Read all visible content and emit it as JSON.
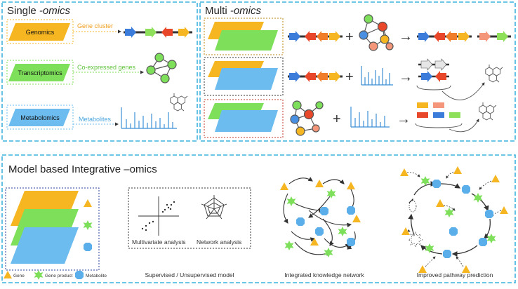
{
  "colors": {
    "gene": "#f5b622",
    "gene_product": "#7ee05a",
    "metabolite": "#6cbcf0",
    "panel_border": "#3fb3de",
    "arrow_blue": "#3b7bd9",
    "arrow_orange": "#f07d2a",
    "arrow_red": "#e9472a",
    "arrow_green": "#8ee05a",
    "arrow_salmon": "#f4967a"
  },
  "single": {
    "title_prefix": "Single ",
    "title_omics": "-omics",
    "layers": [
      "Genomics",
      "Transcriptomics",
      "Metabolomics"
    ],
    "links": [
      "Gene cluster",
      "Co-expressed genes",
      "Metabolites"
    ]
  },
  "multi": {
    "title_prefix": "Multi ",
    "title_omics": "-omics",
    "plus": "+",
    "implies": "→"
  },
  "model": {
    "title": "Model based Integrative –omics",
    "legend": [
      "Gene",
      "Gene product",
      "Metabolite"
    ],
    "box_labels": [
      "Multivariate analysis",
      "Network analysis"
    ],
    "captions": [
      "Supervised / Unsupervised model",
      "Integrated knowledge network",
      "Improved pathway prediction"
    ]
  }
}
